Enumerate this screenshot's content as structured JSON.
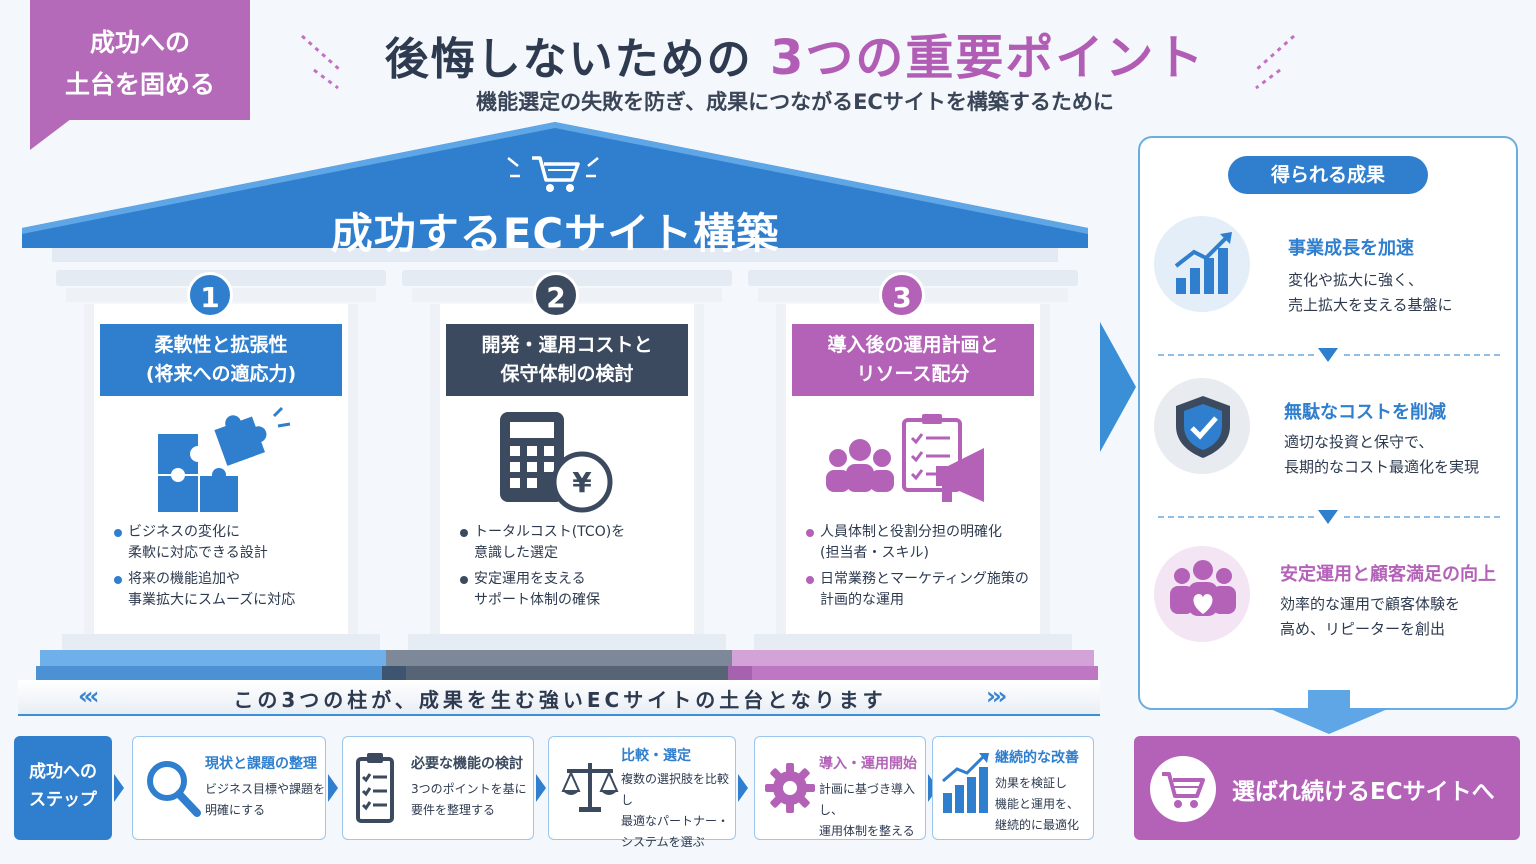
{
  "header": {
    "badge_line1": "成功への",
    "badge_line2": "土台を固める",
    "title_pre": "後悔しないための ",
    "title_highlight": "3つの重要ポイント",
    "subtitle": "機能選定の失敗を防ぎ、成果につながるECサイトを構築するために"
  },
  "roof": {
    "title": "成功するECサイト構築",
    "icon": "shopping-cart-icon"
  },
  "pillars": [
    {
      "number": "1",
      "heading_line1": "柔軟性と拡張性",
      "heading_line2": "(将来への適応力)",
      "icon": "puzzle-icon",
      "color": "#2f7fce",
      "bullets": [
        {
          "line1": "ビジネスの変化に",
          "line2": "柔軟に対応できる設計"
        },
        {
          "line1": "将来の機能追加や",
          "line2": "事業拡大にスムーズに対応"
        }
      ]
    },
    {
      "number": "2",
      "heading_line1": "開発・運用コストと",
      "heading_line2": "保守体制の検討",
      "icon": "calculator-yen-icon",
      "color": "#3b4a5e",
      "bullets": [
        {
          "line1": "トータルコスト(TCO)を",
          "line2": "意識した選定"
        },
        {
          "line1": "安定運用を支える",
          "line2": "サポート体制の確保"
        }
      ]
    },
    {
      "number": "3",
      "heading_line1": "導入後の運用計画と",
      "heading_line2": "リソース配分",
      "icon": "team-checklist-megaphone-icon",
      "color": "#b462b8",
      "bullets": [
        {
          "line1": "人員体制と役割分担の明確化",
          "line2": "(担当者・スキル)"
        },
        {
          "line1": "日常業務とマーケティング施策の",
          "line2": "計画的な運用"
        }
      ]
    }
  ],
  "foundation": {
    "text": "この3つの柱が、成果を生む強いECサイトの土台となります",
    "left_chevrons": "«‹",
    "right_chevrons": "›»"
  },
  "results": {
    "title": "得られる成果",
    "items": [
      {
        "title": "事業成長を加速",
        "line1": "変化や拡大に強く、",
        "line2": "売上拡大を支える基盤に",
        "icon": "growth-chart-icon",
        "color": "#2f7fce"
      },
      {
        "title": "無駄なコストを削減",
        "line1": "適切な投資と保守で、",
        "line2": "長期的なコスト最適化を実現",
        "icon": "shield-check-icon",
        "color": "#2f7fce"
      },
      {
        "title": "安定運用と顧客満足の向上",
        "line1": "効率的な運用で顧客体験を",
        "line2": "高め、リピーターを創出",
        "icon": "people-heart-icon",
        "color": "#b462b8"
      }
    ]
  },
  "cta": {
    "text": "選ばれ続けるECサイトへ",
    "icon": "cart-icon"
  },
  "steps": {
    "label_line1": "成功への",
    "label_line2": "ステップ",
    "items": [
      {
        "title": "現状と課題の整理",
        "line1": "ビジネス目標や課題を",
        "line2": "明確にする",
        "line3": "",
        "icon": "magnifier-icon",
        "color": "#2f7fce"
      },
      {
        "title": "必要な機能の検討",
        "line1": "3つのポイントを基に",
        "line2": "要件を整理する",
        "line3": "",
        "icon": "checklist-icon",
        "color": "#3b4a5e"
      },
      {
        "title": "比較・選定",
        "line1": "複数の選択肢を比較し",
        "line2": "最適なパートナー・",
        "line3": "システムを選ぶ",
        "icon": "scales-icon",
        "color": "#2f7fce"
      },
      {
        "title": "導入・運用開始",
        "line1": "計画に基づき導入し、",
        "line2": "運用体制を整える",
        "line3": "",
        "icon": "gear-icon",
        "color": "#b462b8"
      },
      {
        "title": "継続的な改善",
        "line1": "効果を検証し",
        "line2": "機能と運用を、",
        "line3": "継続的に最適化",
        "icon": "bar-growth-icon",
        "color": "#2f7fce"
      }
    ]
  }
}
